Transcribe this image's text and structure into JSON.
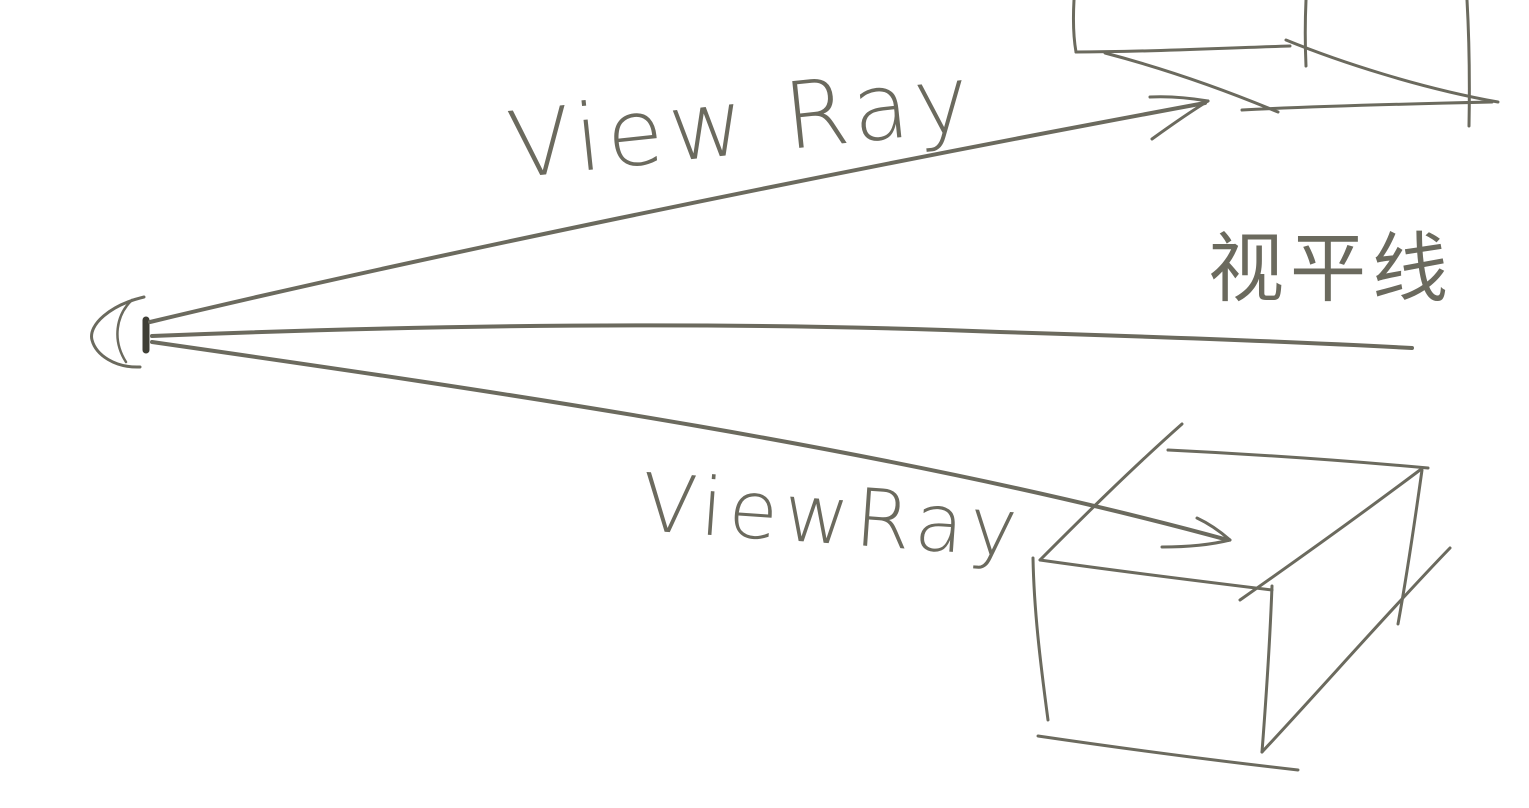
{
  "labels": {
    "ray_top": "View Ray",
    "ray_bottom": "ViewRay",
    "horizon": "视平线"
  },
  "colors": {
    "ink": "#6b6a5e",
    "ink_dark": "#3f3e35",
    "background": "#ffffff"
  },
  "icons": {
    "eye": "eye-icon"
  }
}
